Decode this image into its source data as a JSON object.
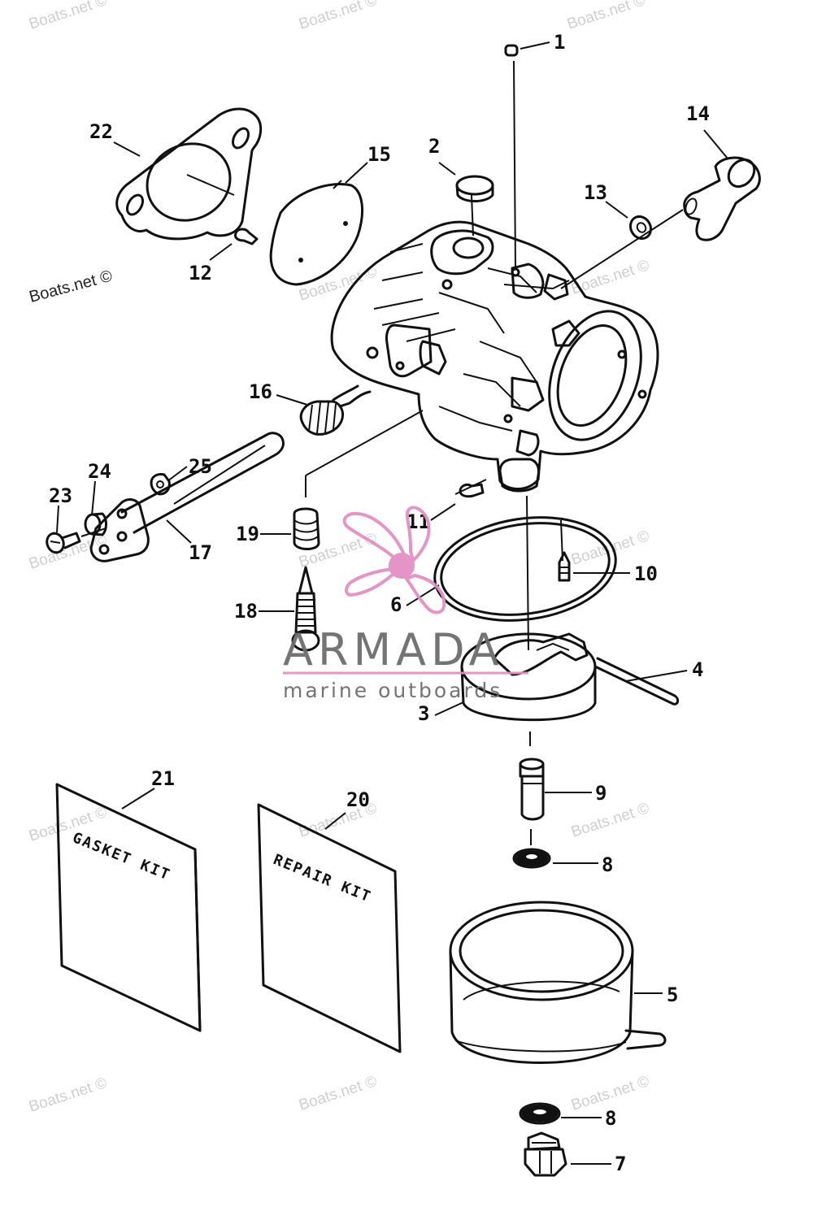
{
  "watermarks": {
    "site": "Boats.net",
    "site_copyright": "Boats.net ©"
  },
  "brand": {
    "name": "ARMADA",
    "tagline": "marine outboards",
    "accent_color": "#e38fc4"
  },
  "kits": {
    "gasket": "GASKET KIT",
    "repair": "REPAIR KIT"
  },
  "callouts": [
    "1",
    "2",
    "3",
    "4",
    "5",
    "6",
    "7",
    "8",
    "8",
    "9",
    "10",
    "11",
    "12",
    "13",
    "14",
    "15",
    "16",
    "17",
    "18",
    "19",
    "20",
    "21",
    "22",
    "23",
    "24",
    "25"
  ]
}
